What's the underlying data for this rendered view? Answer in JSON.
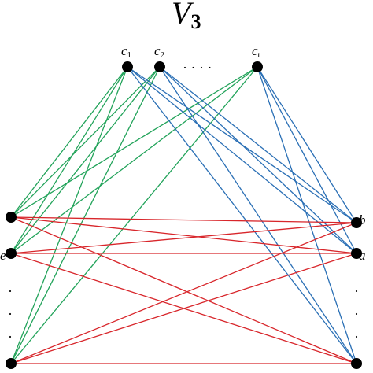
{
  "title": {
    "main": "V",
    "sub": "3"
  },
  "colors": {
    "green": "#22a35a",
    "blue": "#2a6fb5",
    "red": "#d8262b",
    "node": "#000000"
  },
  "top_labels": [
    {
      "letter": "c",
      "sub": "1"
    },
    {
      "letter": "c",
      "sub": "2"
    },
    {
      "letter": "c",
      "sub": "t"
    }
  ],
  "left_labels": [
    "e"
  ],
  "right_labels": [
    "b",
    "a"
  ],
  "dots": {
    "top": "·   ·   ·   ·",
    "left": "·",
    "right": "·"
  }
}
